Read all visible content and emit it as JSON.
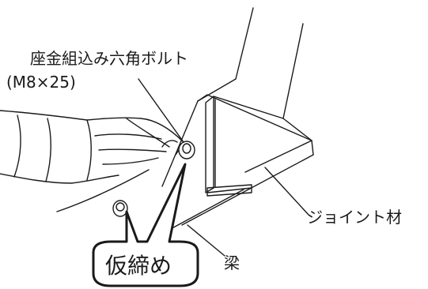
{
  "labels": {
    "bolt_name": "座金組込み六角ボルト",
    "bolt_spec": "(M8×25)",
    "joint_member": "ジョイント材",
    "beam": "梁",
    "temporary_tightening": "仮締め"
  }
}
